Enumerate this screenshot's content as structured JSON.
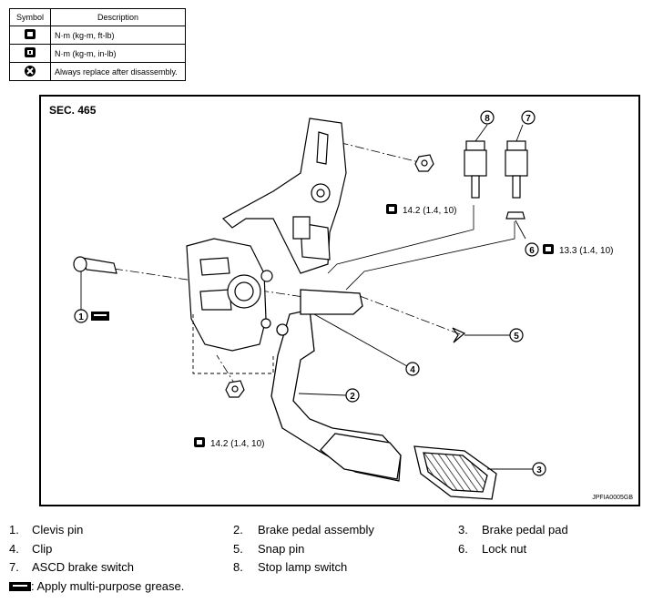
{
  "legend": {
    "header_symbol": "Symbol",
    "header_description": "Description",
    "rows": [
      {
        "icon": "torque-icon",
        "desc": "N·m (kg-m, ft-lb)"
      },
      {
        "icon": "torque-small-icon",
        "desc": "N·m (kg-m, in-lb)"
      },
      {
        "icon": "replace-icon",
        "desc": "Always replace after disassembly."
      }
    ]
  },
  "diagram": {
    "section": "SEC. 465",
    "code": "JPFIA0005GB",
    "callouts": [
      "1",
      "2",
      "3",
      "4",
      "5",
      "6",
      "7",
      "8"
    ],
    "torque_top": "14.2 (1.4, 10)",
    "torque_nut": "13.3 (1.4, 10)",
    "torque_bottom": "14.2 (1.4, 10)"
  },
  "parts": [
    {
      "num": "1.",
      "name": "Clevis pin"
    },
    {
      "num": "2.",
      "name": "Brake pedal assembly"
    },
    {
      "num": "3.",
      "name": "Brake pedal pad"
    },
    {
      "num": "4.",
      "name": "Clip"
    },
    {
      "num": "5.",
      "name": "Snap pin"
    },
    {
      "num": "6.",
      "name": "Lock nut"
    },
    {
      "num": "7.",
      "name": "ASCD brake switch"
    },
    {
      "num": "8.",
      "name": "Stop lamp switch"
    }
  ],
  "note": ": Apply multi-purpose grease."
}
